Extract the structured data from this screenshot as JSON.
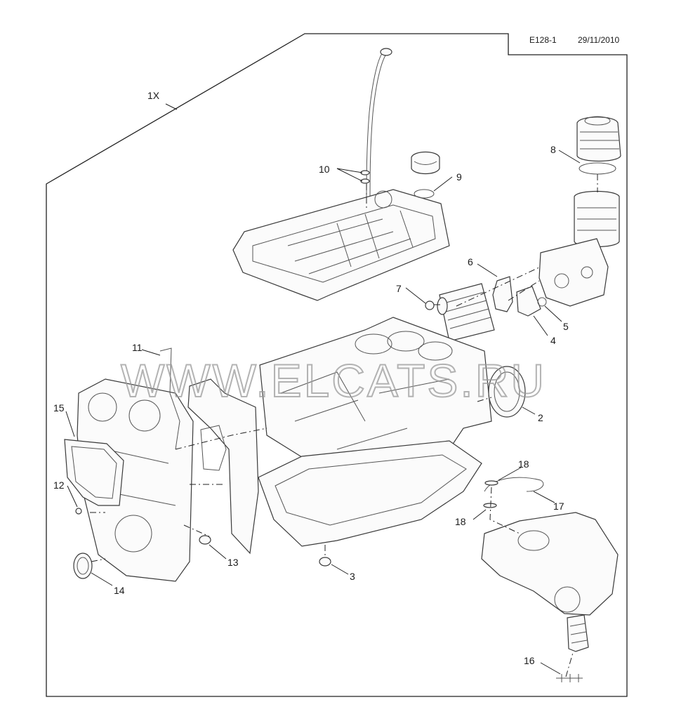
{
  "header": {
    "code": "E128-1",
    "date": "29/11/2010"
  },
  "watermark": "WWW.ELCATS.RU",
  "callouts": {
    "c1x": "1X",
    "c2": "2",
    "c3": "3",
    "c4": "4",
    "c5": "5",
    "c6": "6",
    "c7": "7",
    "c8": "8",
    "c9": "9",
    "c10": "10",
    "c11": "11",
    "c12": "12",
    "c13": "13",
    "c14": "14",
    "c15": "15",
    "c16": "16",
    "c17": "17",
    "c18a": "18",
    "c18b": "18"
  }
}
